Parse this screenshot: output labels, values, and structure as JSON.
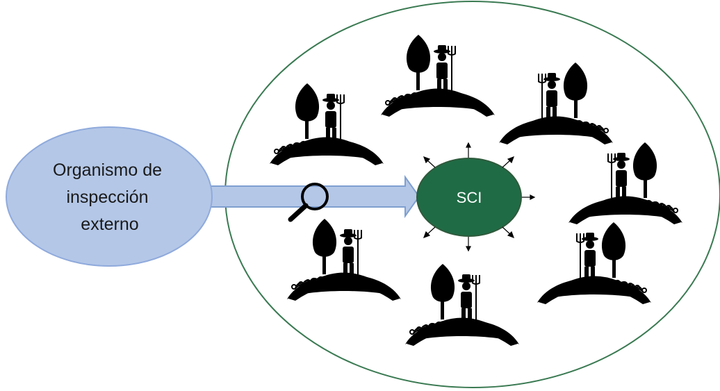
{
  "external_body": {
    "lines": [
      "Organismo de",
      "inspección",
      "externo"
    ]
  },
  "sci": {
    "label": "SCI"
  },
  "colors": {
    "external_fill": "#b4c7e7",
    "external_stroke": "#8faadc",
    "arrow_fill": "#b4c7e7",
    "arrow_stroke": "#7f9fd0",
    "sci_fill": "#1f6b45",
    "boundary_stroke": "#3a7a52",
    "icon": "#000000"
  },
  "icons": {
    "magnifier": "magnifying-glass-icon",
    "farm": "farmer-with-tree-and-plants-icon",
    "spread": "outward-arrow-icon"
  }
}
